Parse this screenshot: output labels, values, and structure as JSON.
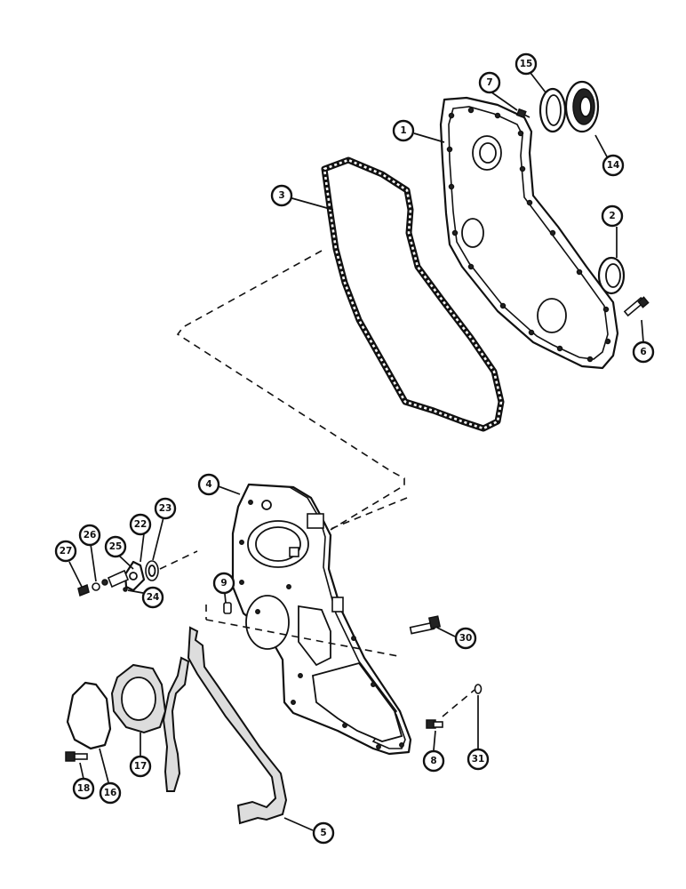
{
  "callouts": [
    {
      "id": "c1",
      "label": "1"
    },
    {
      "id": "c2",
      "label": "2"
    },
    {
      "id": "c3",
      "label": "3"
    },
    {
      "id": "c4",
      "label": "4"
    },
    {
      "id": "c5",
      "label": "5"
    },
    {
      "id": "c6",
      "label": "6"
    },
    {
      "id": "c7",
      "label": "7"
    },
    {
      "id": "c8",
      "label": "8"
    },
    {
      "id": "c9",
      "label": "9"
    },
    {
      "id": "c14",
      "label": "14"
    },
    {
      "id": "c15",
      "label": "15"
    },
    {
      "id": "c16",
      "label": "16"
    },
    {
      "id": "c17",
      "label": "17"
    },
    {
      "id": "c18",
      "label": "18"
    },
    {
      "id": "c22",
      "label": "22"
    },
    {
      "id": "c23",
      "label": "23"
    },
    {
      "id": "c24",
      "label": "24"
    },
    {
      "id": "c25",
      "label": "25"
    },
    {
      "id": "c26",
      "label": "26"
    },
    {
      "id": "c27",
      "label": "27"
    },
    {
      "id": "c30",
      "label": "30"
    },
    {
      "id": "c31",
      "label": "31"
    }
  ]
}
